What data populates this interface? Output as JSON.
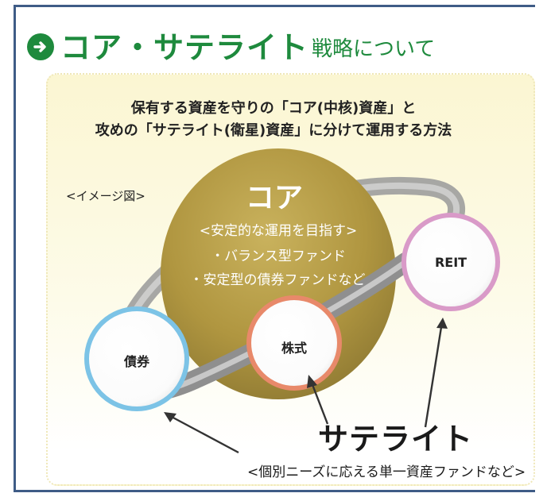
{
  "header": {
    "title_main": "コア・サテライト",
    "title_sub": "戦略について"
  },
  "intro": {
    "line1": "保有する資産を守りの「コア(中核)資産」と",
    "line2": "攻めの「サテライト(衛星)資産」に分けて運用する方法"
  },
  "image_note": "<イメージ図>",
  "core": {
    "title": "コア",
    "subtitle": "<安定的な運用を目指す>",
    "items": [
      "・バランス型ファンド",
      "・安定型の債券ファンドなど"
    ]
  },
  "assets": {
    "bonds": "債券",
    "stocks": "株式",
    "reit": "REIT"
  },
  "satellite": {
    "title": "サテライト",
    "caption": "<個別ニーズに応える単一資産ファンドなど>"
  },
  "colors": {
    "title_green": "#1e8a3d",
    "frame_blue": "#3f5c86",
    "core_gold": "#b29a48",
    "bonds_ring": "#7cc3e6",
    "stocks_ring": "#e8896a",
    "reit_ring": "#d99ac8",
    "orbit_gray": "#8a8a8a"
  },
  "icons": {
    "header": "arrow-right-circle-icon"
  }
}
